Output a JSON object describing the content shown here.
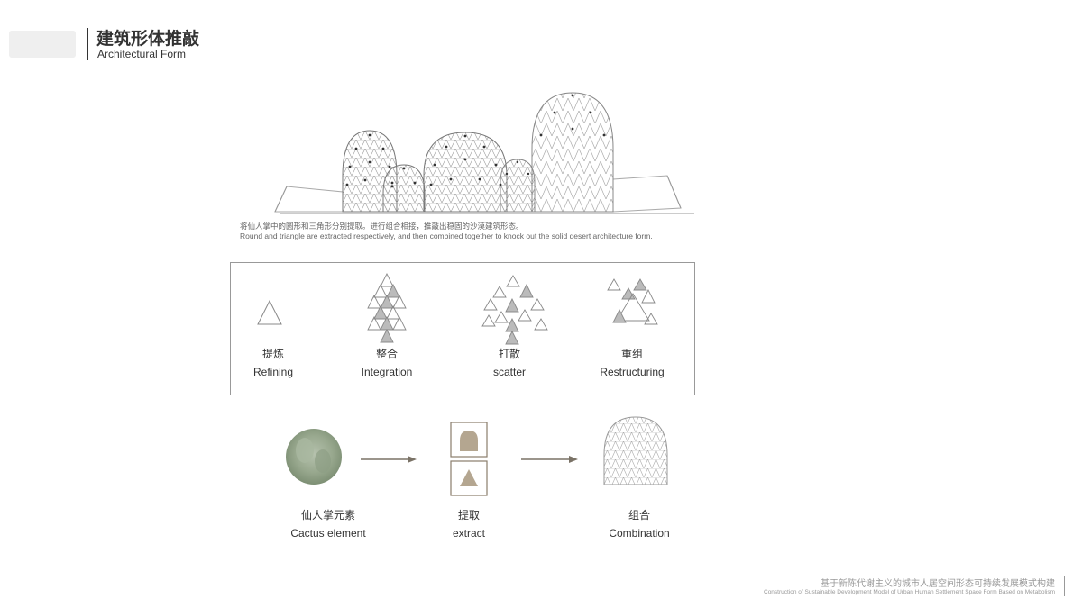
{
  "header": {
    "title_zh": "建筑形体推敲",
    "title_en": "Architectural Form"
  },
  "caption": {
    "zh": "将仙人掌中的圆形和三角形分别提取。进行组合相接，推敲出稳固的沙漠建筑形态。",
    "en": "Round and triangle are extracted respectively, and then combined together to knock out the solid desert architecture form."
  },
  "steps": [
    {
      "zh": "提炼",
      "en": "Refining"
    },
    {
      "zh": "整合",
      "en": "Integration"
    },
    {
      "zh": "打散",
      "en": "scatter"
    },
    {
      "zh": "重组",
      "en": "Restructuring"
    }
  ],
  "flow": [
    {
      "zh": "仙人掌元素",
      "en": "Cactus element"
    },
    {
      "zh": "提取",
      "en": "extract"
    },
    {
      "zh": "组合",
      "en": "Combination"
    }
  ],
  "footer": {
    "zh": "基于新陈代谢主义的城市人居空间形态可持续发展模式构建",
    "en": "Construction of Sustainable Development Model of Urban Human Settlement Space Form Based on Metabolism"
  },
  "colors": {
    "accent": "#a89880",
    "shape_fill": "#b4a690",
    "grey_triangle": "#bbbbbb",
    "cactus_green": "#9aaa90"
  }
}
